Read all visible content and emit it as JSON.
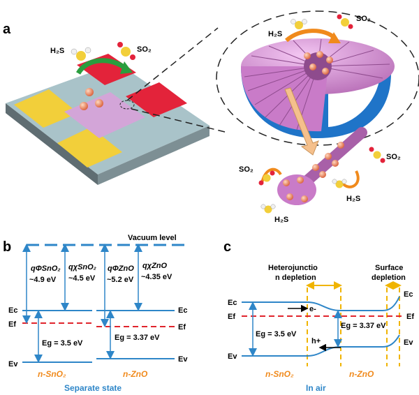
{
  "panel_a": {
    "letter": "a",
    "chip_gas_in": "H₂S",
    "chip_gas_out": "SO₂",
    "sphere_gas_in": "H₂S",
    "sphere_gas_out": "SO₂",
    "rod_gas_left_top": "SO₂",
    "rod_gas_left_bottom": "H₂S",
    "rod_gas_right_top": "SO₂",
    "rod_gas_right_bottom": "H₂S"
  },
  "panel_b": {
    "letter": "b",
    "vacuum_level": "Vacuum level",
    "phi_sno2": "qΦSnO₂",
    "phi_sno2_val": "~4.9 eV",
    "chi_sno2": "qχSnO₂",
    "chi_sno2_val": "~4.5 eV",
    "phi_zno": "qΦZnO",
    "phi_zno_val": "~5.2 eV",
    "chi_zno": "qχZnO",
    "chi_zno_val": "~4.35 eV",
    "ec_left": "Ec",
    "ef_left": "Ef",
    "ev_left": "Ev",
    "ec_right": "Ec",
    "ef_right": "Ef",
    "ev_right": "Ev",
    "eg_sno2": "Eg = 3.5 eV",
    "eg_zno": "Eg = 3.37 eV",
    "label_sno2": "n-SnO₂",
    "label_zno": "n-ZnO",
    "state": "Separate state"
  },
  "panel_c": {
    "letter": "c",
    "heterojunction": "Heterojunctio",
    "heterojunction_2": "n depletion",
    "surface": "Surface",
    "surface_2": "depletion",
    "ec_left": "Ec",
    "ef_left": "Ef",
    "ev_left": "Ev",
    "ec_right": "Ec",
    "ef_right": "Ef",
    "ev_right": "Ev",
    "electron": "e-",
    "hole": "h+",
    "eg_sno2": "Eg = 3.5 eV",
    "eg_zno": "Eg = 3.37 eV",
    "label_sno2": "n-SnO₂",
    "label_zno": "n-ZnO",
    "state": "In air"
  },
  "colors": {
    "band": "#2e86c8",
    "fermi": "#e0242c",
    "accent_orange": "#f08a1c",
    "depletion_yellow": "#f0b400",
    "sphere_pink": "#d88cd6",
    "electrode_yellow": "#f2cf3a",
    "electrode_red": "#e3233a"
  }
}
